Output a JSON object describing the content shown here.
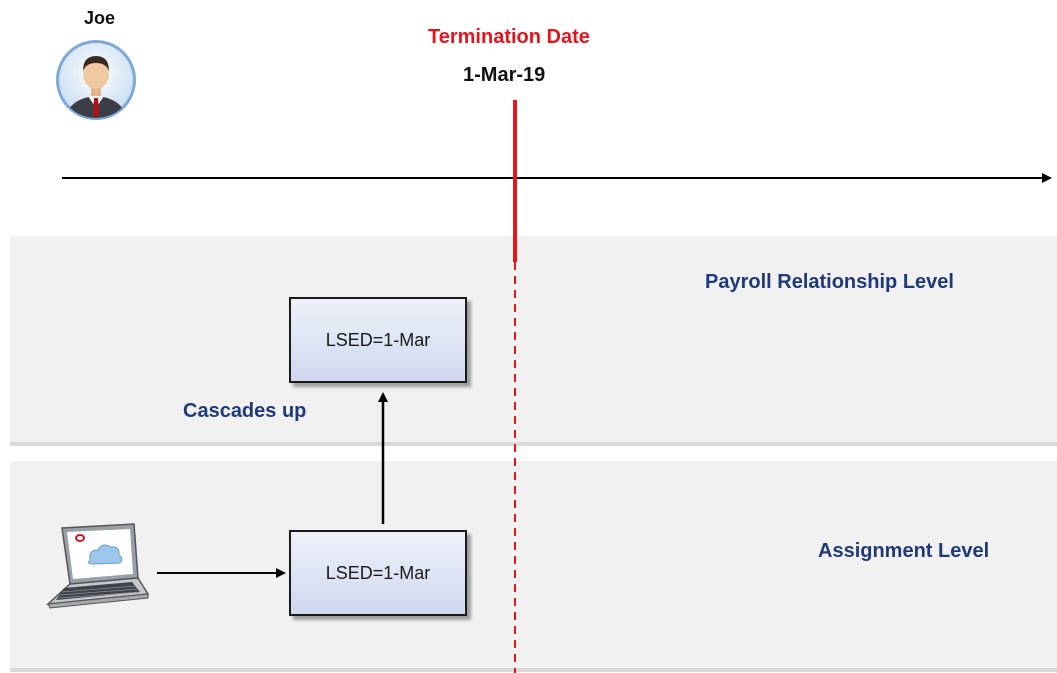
{
  "person": {
    "name": "Joe",
    "avatar_icon": "businessman-avatar-icon"
  },
  "termination": {
    "label": "Termination Date",
    "date": "1-Mar-19",
    "color": "#e8141c"
  },
  "levels": {
    "payroll": "Payroll Relationship Level",
    "assignment": "Assignment Level"
  },
  "boxes": {
    "payroll_box": "LSED=1-Mar",
    "assignment_box": "LSED=1-Mar"
  },
  "cascade_label": "Cascades up",
  "source_icon": "laptop-cloud-icon",
  "colors": {
    "level_text": "#1f3a7a",
    "band": "#f1f1f1"
  }
}
